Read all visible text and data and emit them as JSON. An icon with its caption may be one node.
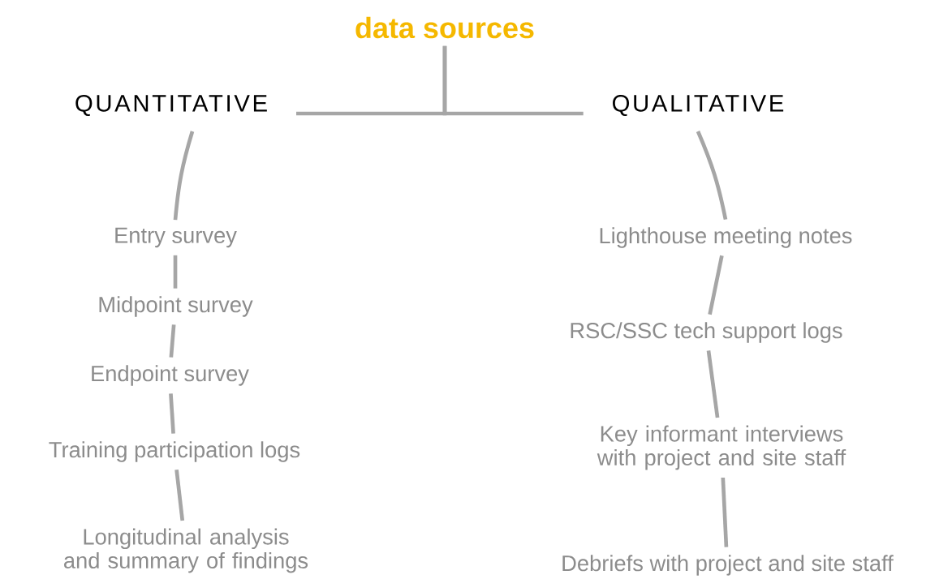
{
  "diagram": {
    "nodes": [
      {
        "text": [
          "data sources"
        ]
      },
      {
        "text": [
          "QUANTITATIVE"
        ]
      },
      {
        "text": [
          "QUALITATIVE"
        ]
      },
      {
        "text": [
          "Entry survey"
        ]
      },
      {
        "text": [
          "Midpoint survey"
        ]
      },
      {
        "text": [
          "Endpoint survey"
        ]
      },
      {
        "text": [
          "Training participation logs"
        ]
      },
      {
        "text": [
          "Longitudinal analysis and summary of findings"
        ]
      },
      {
        "text": [
          "Lighthouse meeting notes"
        ]
      },
      {
        "text": [
          "RSC/SSC tech support logs"
        ]
      },
      {
        "text": [
          "Key informant interviews with project and site staff"
        ]
      },
      {
        "text": [
          "Debriefs with project and site staff"
        ]
      }
    ],
    "edges": [
      {
        "from": 0,
        "to": 1,
        "arrow": "none"
      },
      {
        "from": 0,
        "to": 2,
        "arrow": "none"
      },
      {
        "from": 1,
        "to": 3,
        "arrow": "none"
      },
      {
        "from": 3,
        "to": 4,
        "arrow": "none"
      },
      {
        "from": 4,
        "to": 5,
        "arrow": "none"
      },
      {
        "from": 5,
        "to": 6,
        "arrow": "none"
      },
      {
        "from": 6,
        "to": 7,
        "arrow": "none"
      },
      {
        "from": 2,
        "to": 8,
        "arrow": "none"
      },
      {
        "from": 8,
        "to": 9,
        "arrow": "none"
      },
      {
        "from": 9,
        "to": 10,
        "arrow": "none"
      },
      {
        "from": 10,
        "to": 11,
        "arrow": "none"
      }
    ]
  }
}
